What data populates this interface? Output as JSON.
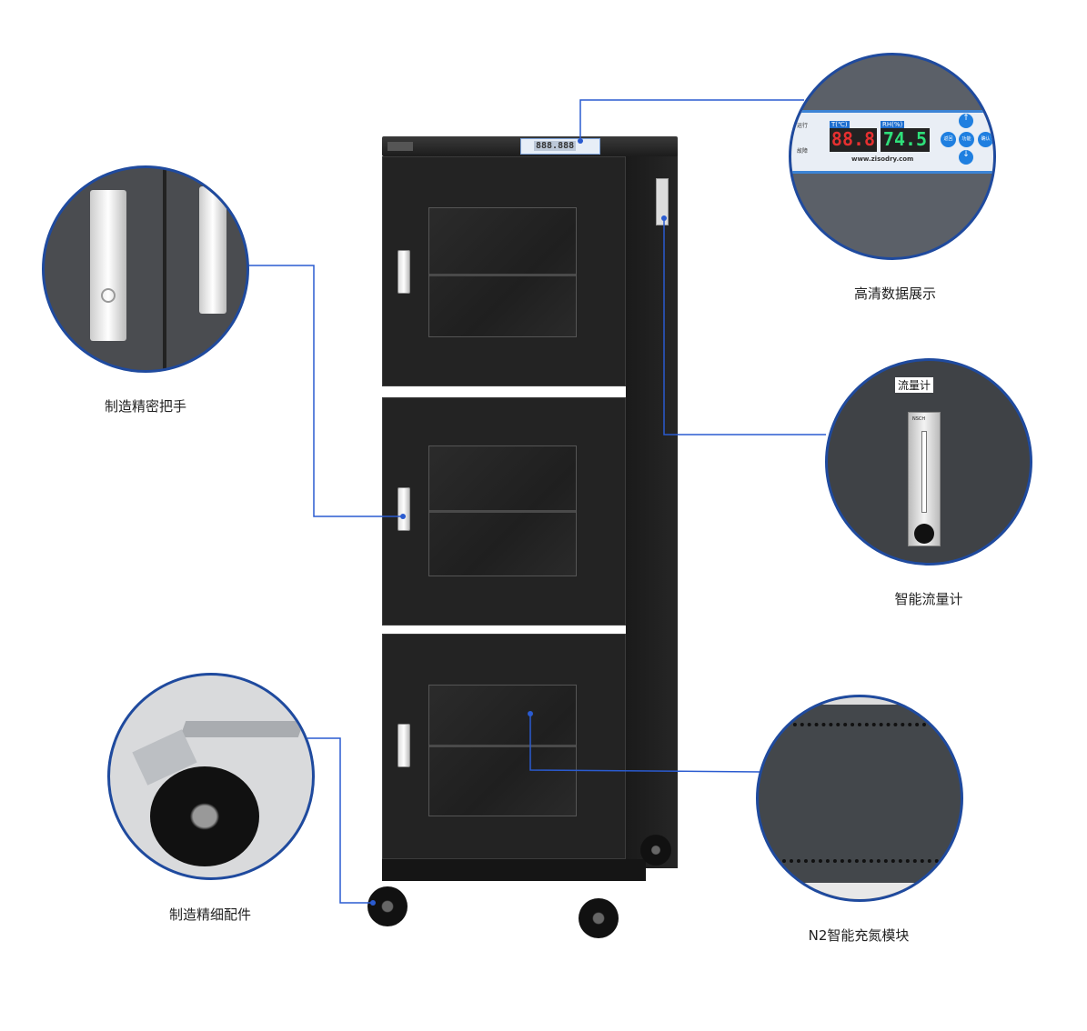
{
  "features": [
    {
      "label": "制造精密把手"
    },
    {
      "label": "高清数据展示"
    },
    {
      "label": "智能流量计"
    },
    {
      "label": "制造精细配件"
    },
    {
      "label": "N2智能充氮模块"
    }
  ],
  "display": {
    "temp_label": "T(℃)",
    "rh_label": "RH(%)",
    "temp_value": "88.8",
    "rh_value": "74.5",
    "website": "www.zisodry.com",
    "btn_back": "返回",
    "btn_func": "功能",
    "btn_ok": "确认",
    "status_run": "运行",
    "status_fault": "故障"
  },
  "flowmeter": {
    "tag": "流量计",
    "brand": "NSCH"
  },
  "colors": {
    "accent": "#2a5bd0",
    "cabinet": "#232323"
  }
}
